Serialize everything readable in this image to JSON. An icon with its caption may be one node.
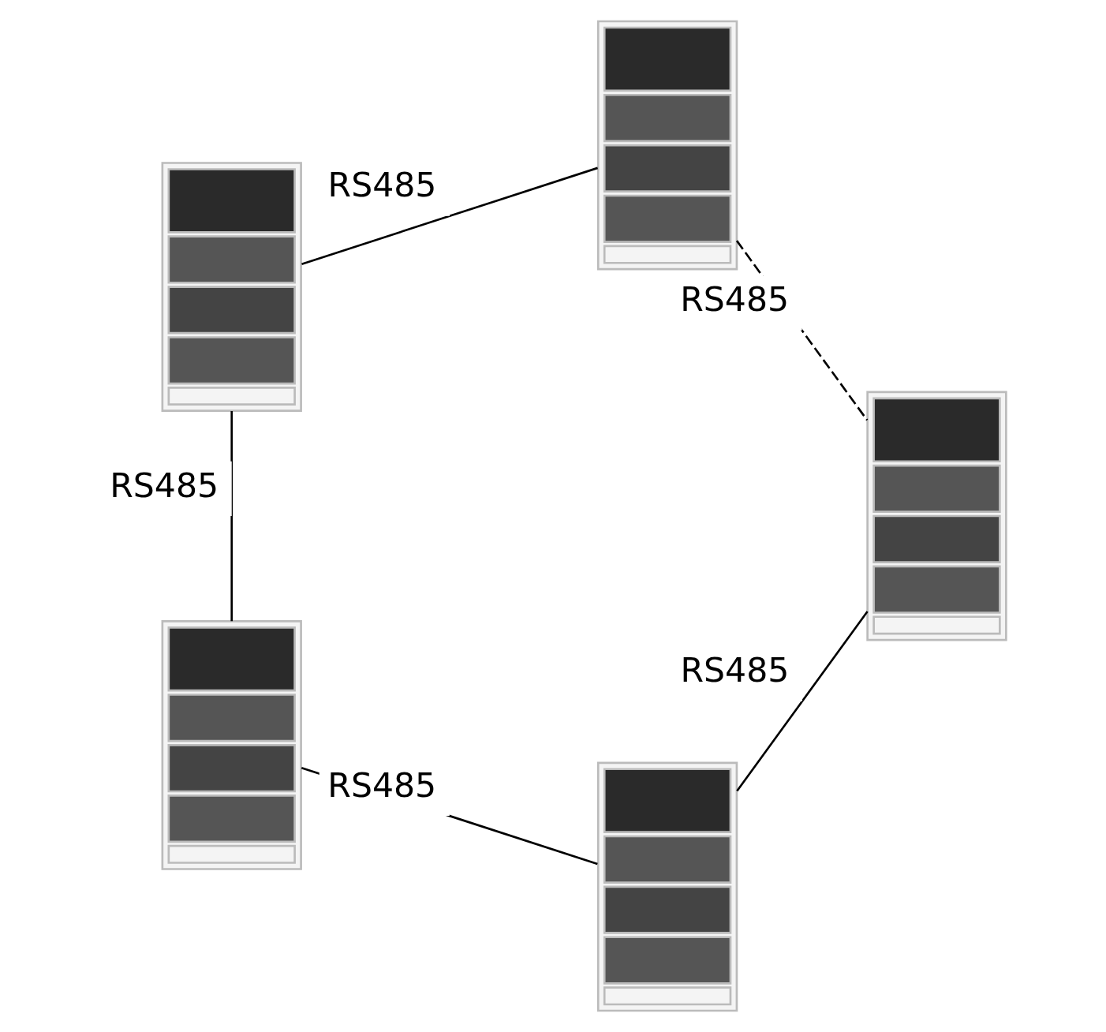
{
  "diagram": {
    "nodes": [
      {
        "text": [],
        "shape": "picture"
      },
      {
        "text": [],
        "shape": "picture"
      },
      {
        "text": [],
        "shape": "picture"
      },
      {
        "text": [],
        "shape": "picture"
      },
      {
        "text": [],
        "shape": "picture"
      }
    ],
    "edges": [
      {
        "from": 1,
        "to": 0,
        "arrow": "none",
        "label": "RS485"
      },
      {
        "from": 0,
        "to": 2,
        "arrow": "none",
        "label": "RS485"
      },
      {
        "from": 2,
        "to": 4,
        "arrow": "none",
        "label": "RS485"
      },
      {
        "from": 4,
        "to": 3,
        "arrow": "none",
        "label": "RS485"
      },
      {
        "from": 3,
        "to": 1,
        "arrow": "none",
        "label": "RS485",
        "style": "dashed"
      }
    ]
  }
}
